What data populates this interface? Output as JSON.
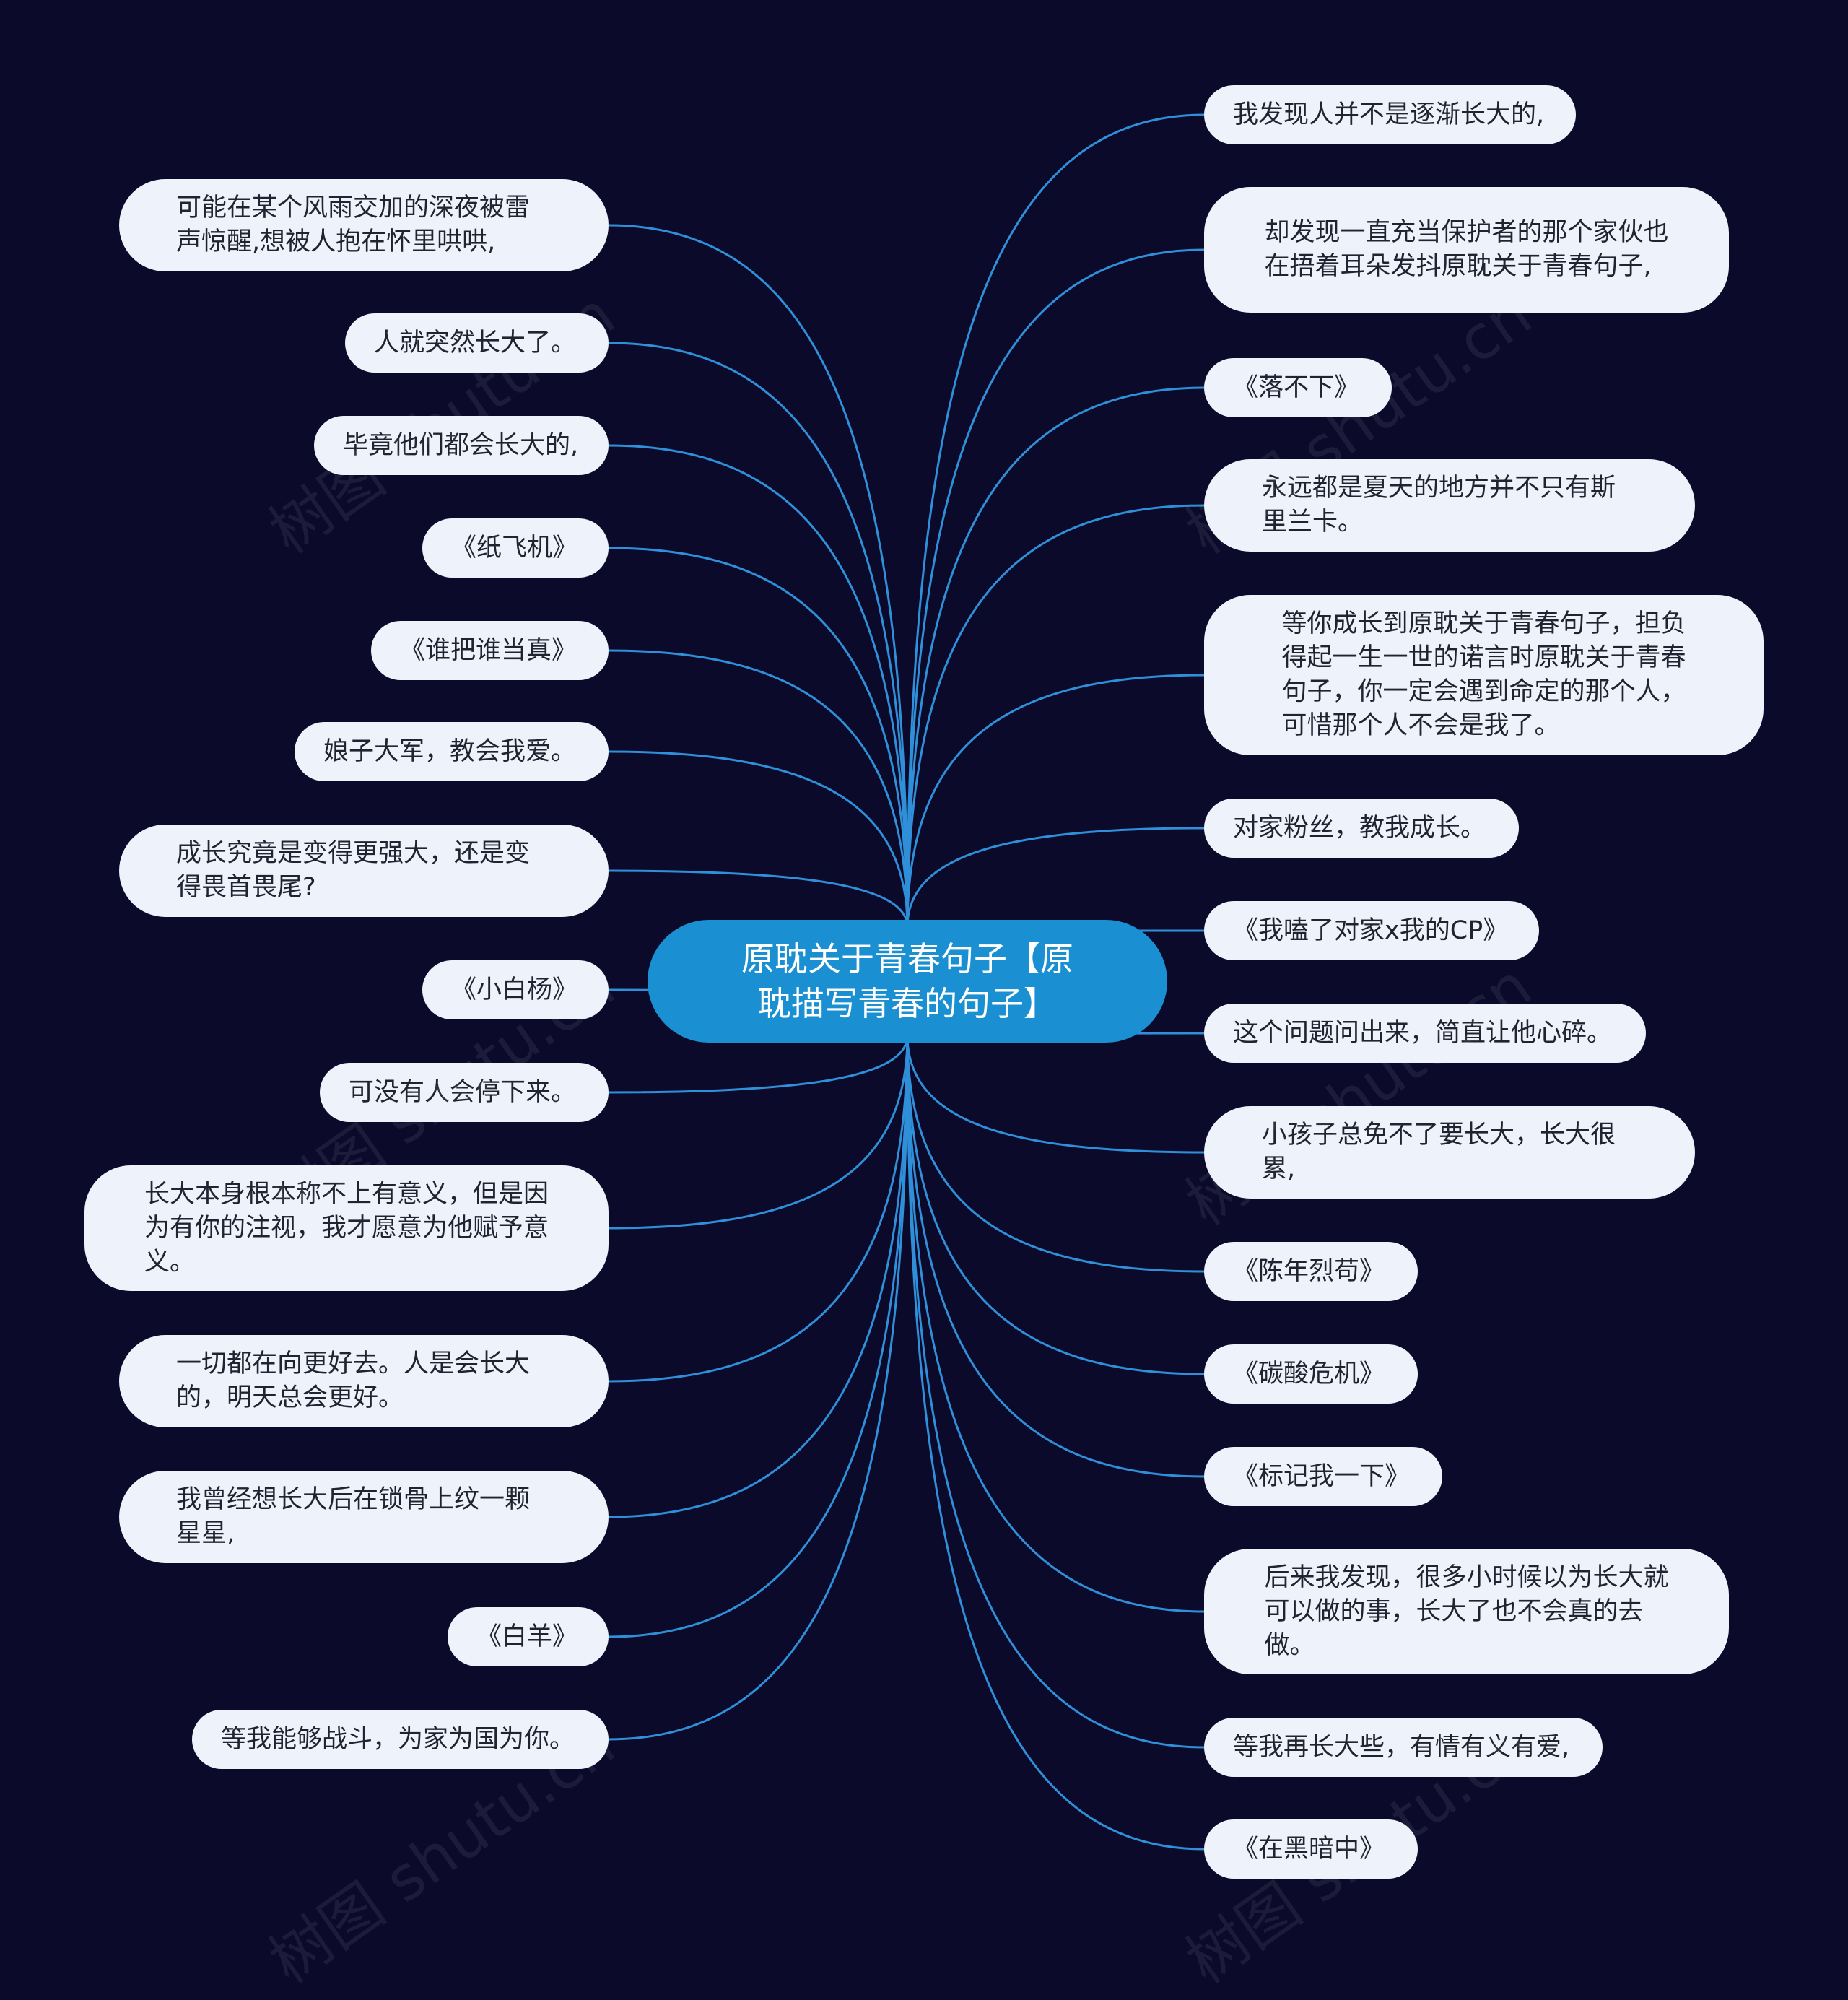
{
  "root": {
    "label": "原耽关于青春句子【原耽描写青春的句子】"
  },
  "left": [
    "可能在某个风雨交加的深夜被雷声惊醒,想被人抱在怀里哄哄,",
    "人就突然长大了。",
    "毕竟他们都会长大的,",
    "《纸飞机》",
    "《谁把谁当真》",
    "娘子大军，教会我爱。",
    "成长究竟是变得更强大，还是变得畏首畏尾?",
    "《小白杨》",
    "可没有人会停下来。",
    "长大本身根本称不上有意义，但是因为有你的注视，我才愿意为他赋予意义。",
    "一切都在向更好去。人是会长大的，明天总会更好。",
    "我曾经想长大后在锁骨上纹一颗星星,",
    "《白羊》",
    "等我能够战斗，为家为国为你。"
  ],
  "right": [
    "我发现人并不是逐渐长大的,",
    "却发现一直充当保护者的那个家伙也在捂着耳朵发抖原耽关于青春句子,",
    "《落不下》",
    "永远都是夏天的地方并不只有斯里兰卡。",
    "等你成长到原耽关于青春句子，担负得起一生一世的诺言时原耽关于青春句子，你一定会遇到命定的那个人，可惜那个人不会是我了。",
    "对家粉丝，教我成长。",
    "《我嗑了对家x我的CP》",
    "这个问题问出来，简直让他心碎。",
    "小孩子总免不了要长大，长大很累,",
    "《陈年烈苟》",
    "《碳酸危机》",
    "《标记我一下》",
    "后来我发现，很多小时候以为长大就可以做的事，长大了也不会真的去做。",
    "等我再长大些，有情有义有爱,",
    "《在黑暗中》"
  ],
  "watermark": "树图 shutu.cn",
  "colors": {
    "background": "#0b0a2a",
    "edge": "#2f8fd8",
    "root": "#1a8fd1",
    "node": "#eef2fb"
  }
}
